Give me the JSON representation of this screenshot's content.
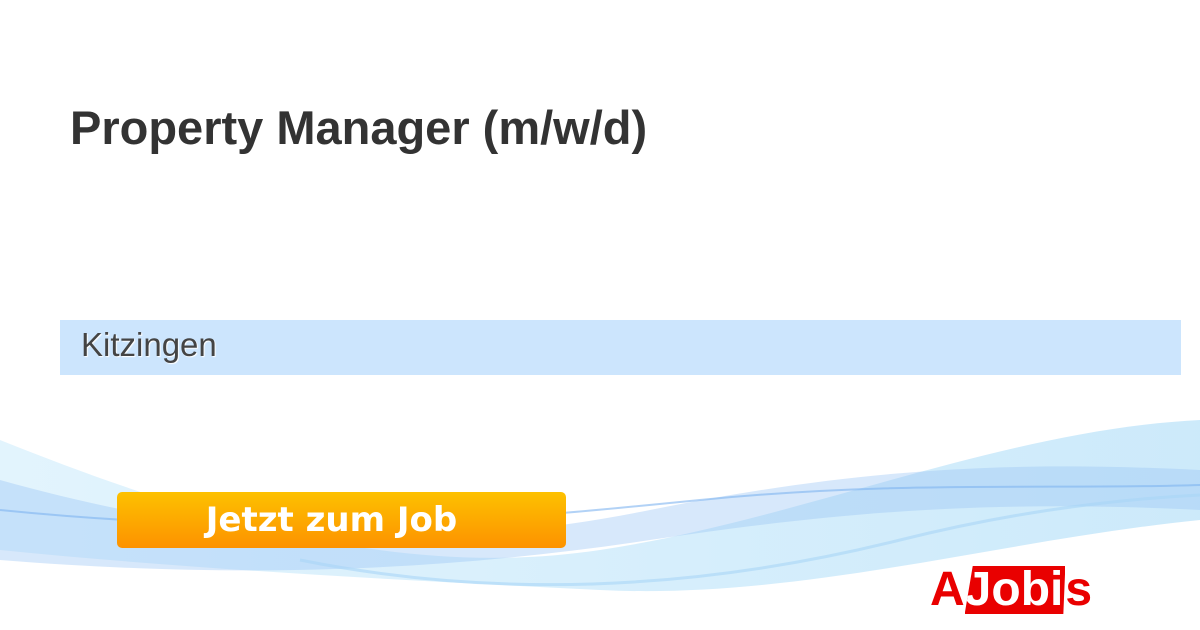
{
  "job": {
    "title": "Property Manager (m/w/d)",
    "location": "Kitzingen"
  },
  "cta": {
    "label": "Jetzt zum Job"
  },
  "logo": {
    "text": "AJobis",
    "part_a": "A",
    "part_box": "Jobi",
    "part_s": "s"
  },
  "colors": {
    "location_bg": "#cce5fd",
    "button": "#fda800",
    "logo": "#e90000"
  }
}
